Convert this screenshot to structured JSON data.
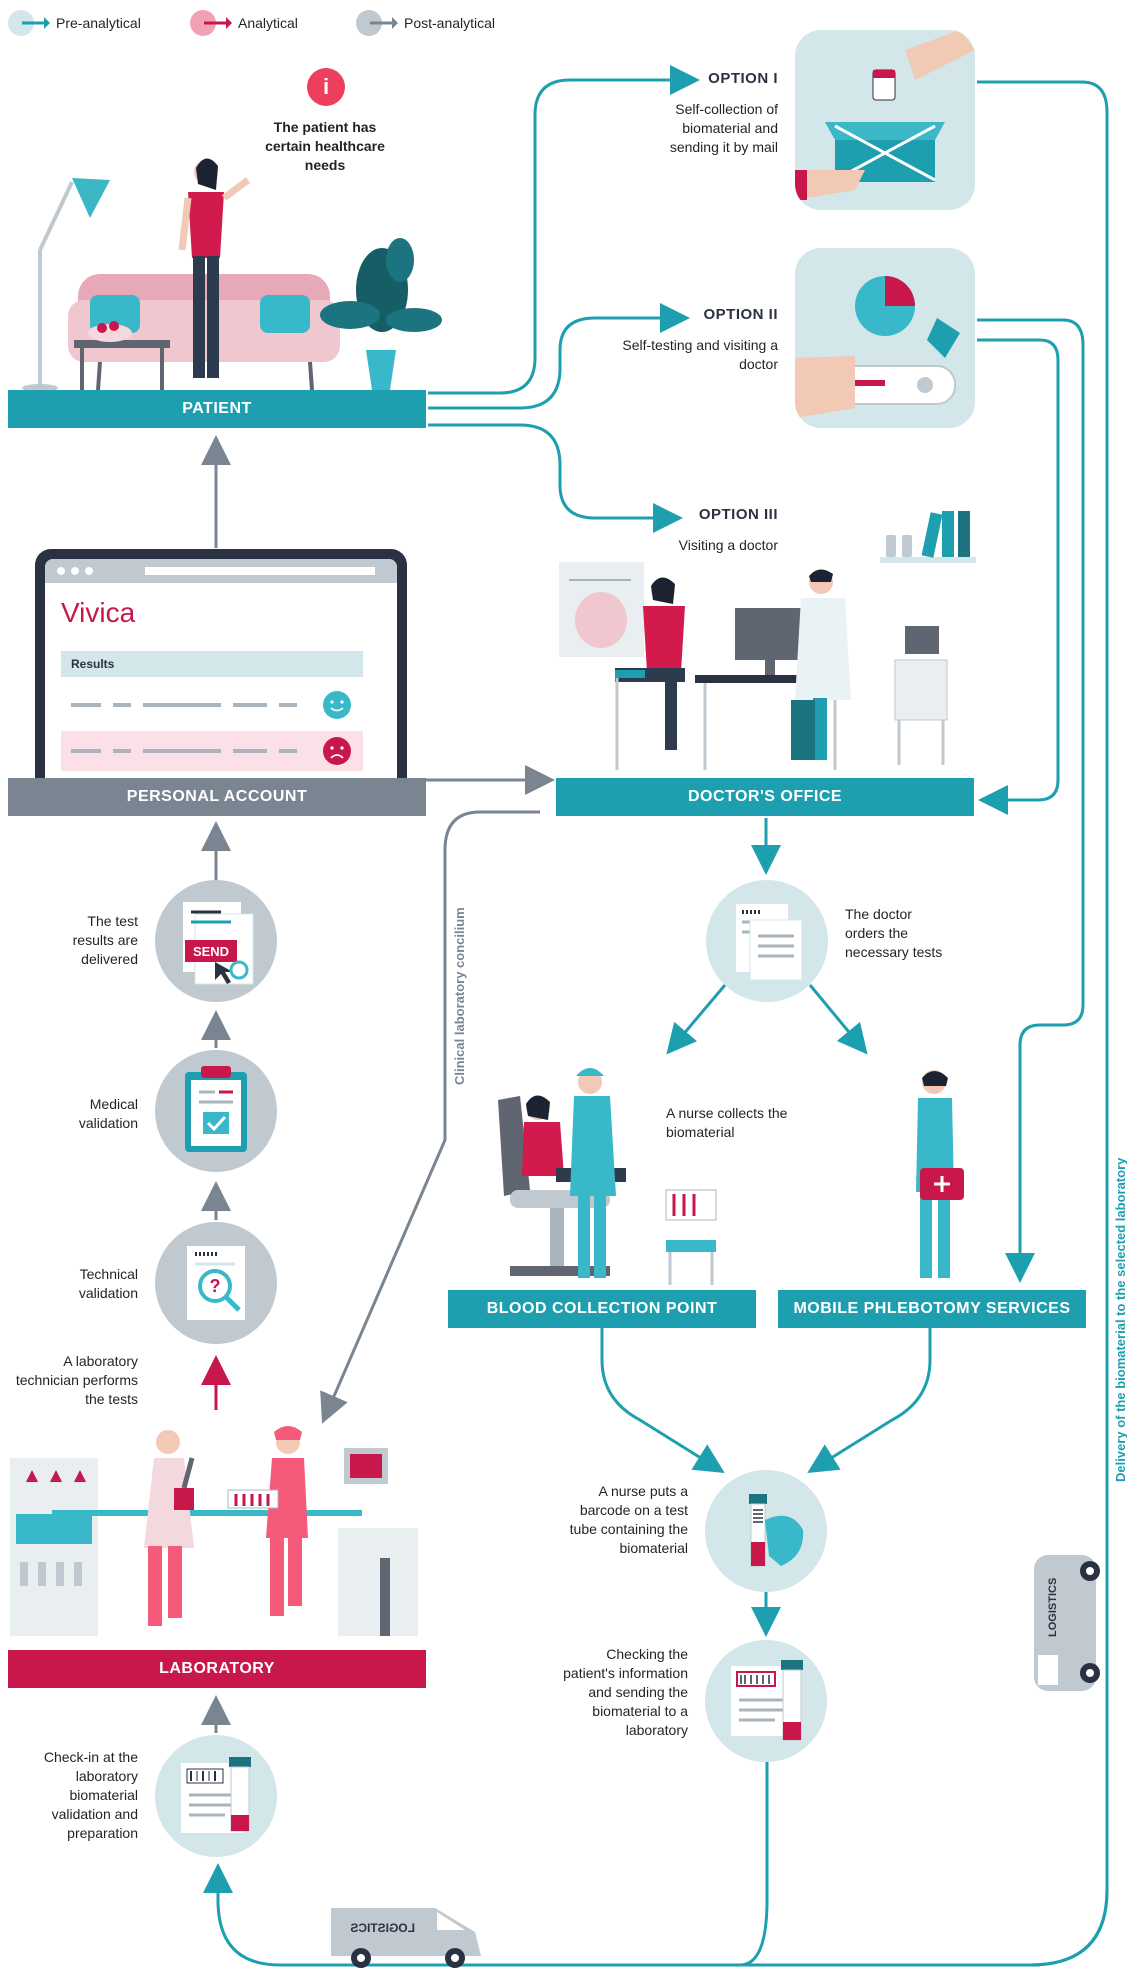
{
  "legend": [
    {
      "label": "Pre-analytical",
      "color": "#1e9fb0"
    },
    {
      "label": "Analytical",
      "color": "#c8174a"
    },
    {
      "label": "Post-analytical",
      "color": "#7a8591"
    }
  ],
  "patient": {
    "need_text": "The patient has certain healthcare needs",
    "bar_label": "PATIENT"
  },
  "options": [
    {
      "title": "OPTION I",
      "text": "Self-collection of biomaterial and sending it by mail"
    },
    {
      "title": "OPTION II",
      "text": "Self-testing and visiting a doctor"
    },
    {
      "title": "OPTION III",
      "text": "Visiting a doctor"
    }
  ],
  "personal_account": {
    "brand": "Vivica",
    "results_label": "Results",
    "bar_label": "PERSONAL ACCOUNT"
  },
  "doctor_office": {
    "bar_label": "DOCTOR'S OFFICE",
    "order_text": "The doctor orders the necessary tests"
  },
  "nurse_collects": "A nurse collects the biomaterial",
  "blood_collection_point": "BLOOD COLLECTION POINT",
  "mobile_phlebotomy": "MOBILE PHLEBOTOMY SERVICES",
  "barcode_text": "A nurse puts a barcode on a test tube containing the biomaterial",
  "checking_text": "Checking the patient's information and sending the biomaterial to a laboratory",
  "left_steps": {
    "results_delivered": "The test results are delivered",
    "send_label": "SEND",
    "medical_validation": "Medical validation",
    "technical_validation": "Technical validation",
    "lab_tech": "A laboratory technician performs the tests",
    "checkin": "Check-in at the laboratory biomaterial validation and preparation"
  },
  "laboratory": "LABORATORY",
  "concilium": "Clinical laboratory concilium",
  "delivery": "Delivery of the biomaterial to the selected laboratory",
  "logistics": "LOGISTICS",
  "colors": {
    "teal": "#1e9fb0",
    "gray": "#7a8591",
    "crimson": "#c8174a",
    "pale_teal": "#d3e6ea"
  }
}
